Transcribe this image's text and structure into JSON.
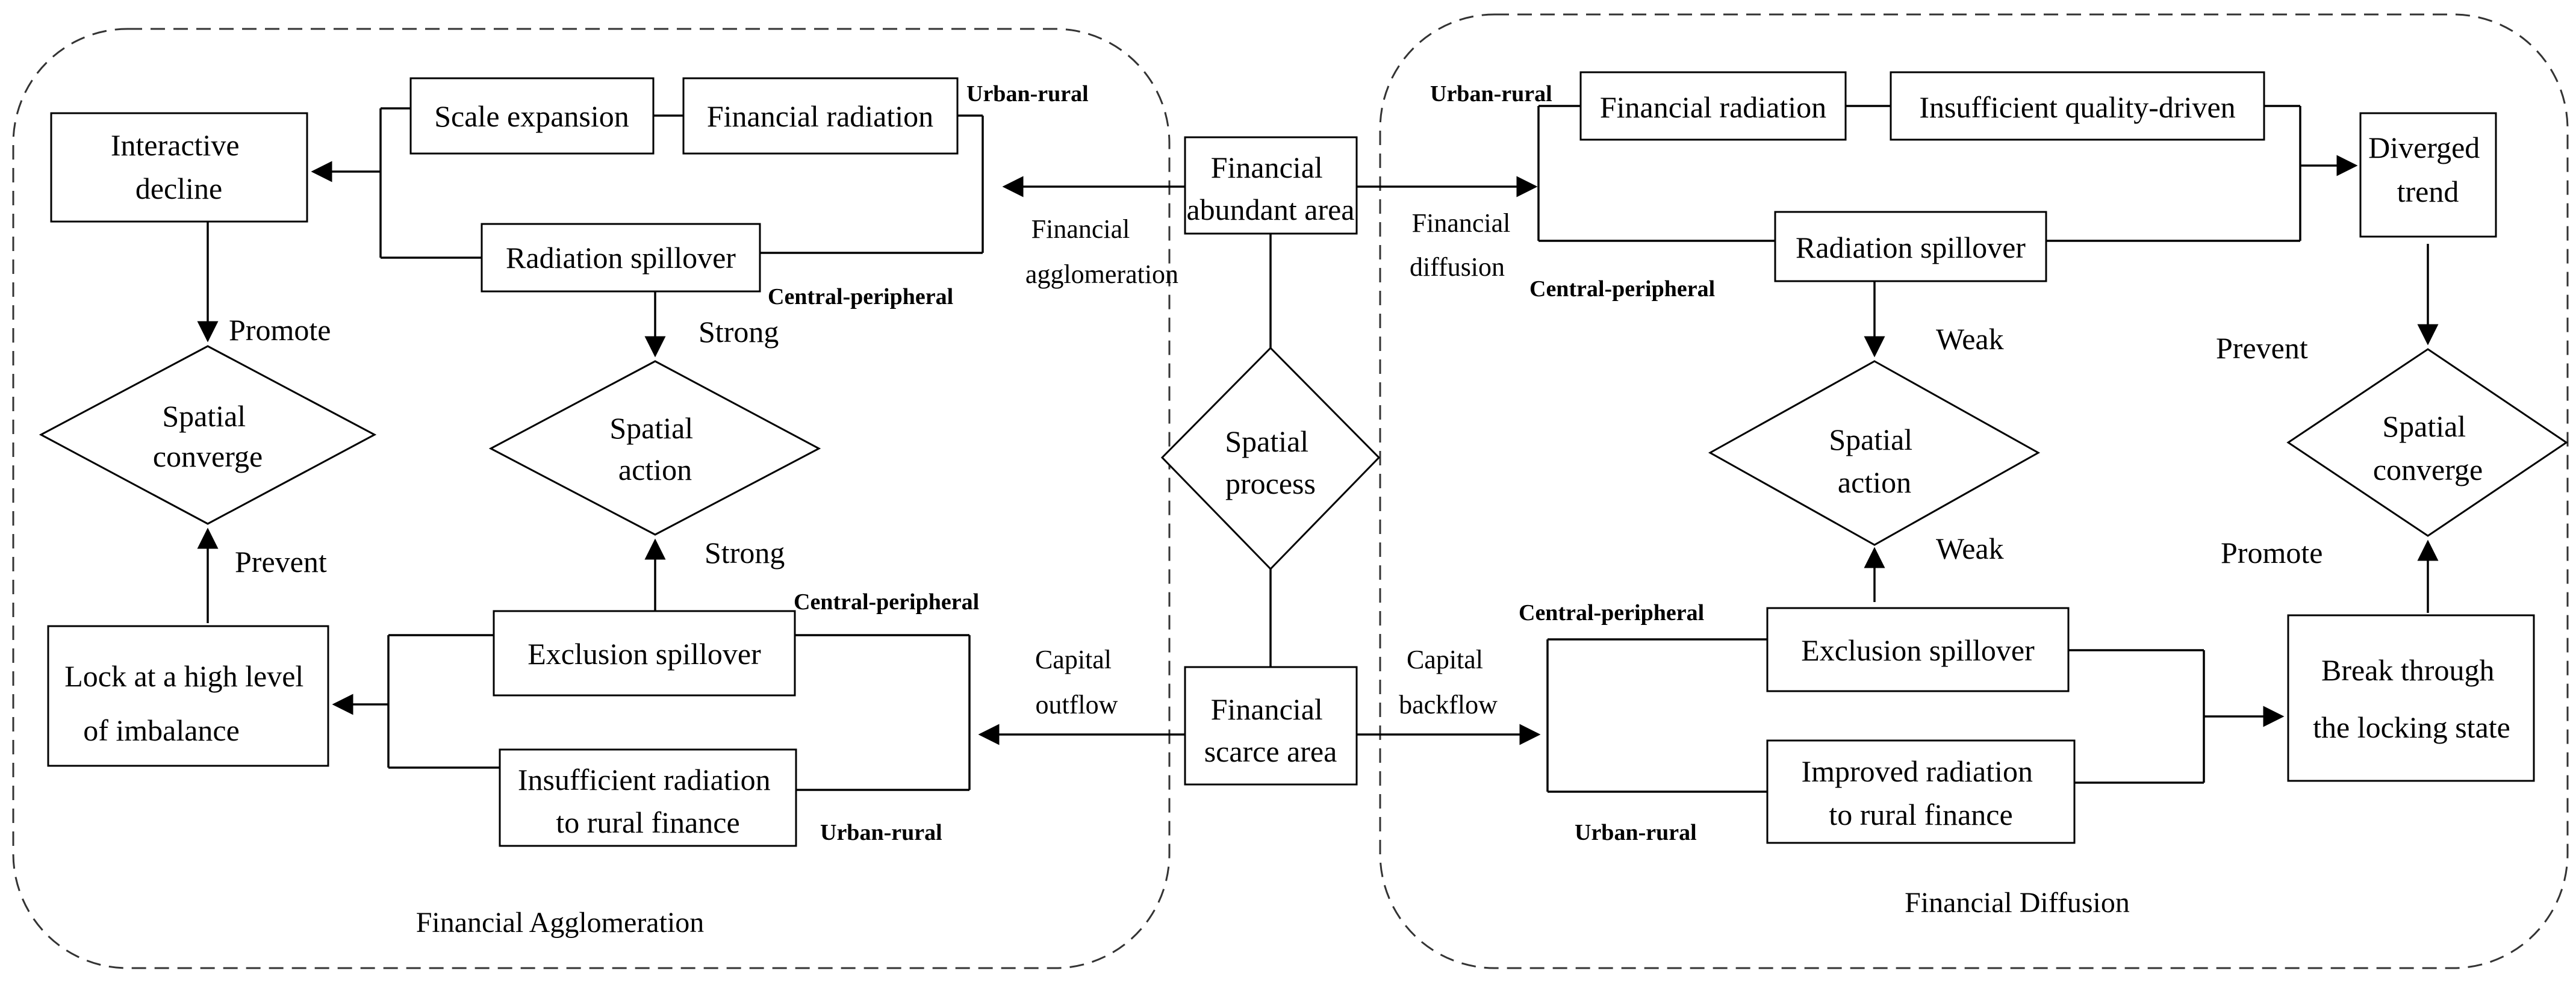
{
  "regions": {
    "agglomeration_title": "Financial Agglomeration",
    "diffusion_title": "Financial Diffusion"
  },
  "center": {
    "abundant": [
      "Financial",
      "abundant area"
    ],
    "process": [
      "Spatial",
      "process"
    ],
    "scarce": [
      "Financial",
      "scarce area"
    ]
  },
  "left": {
    "scale_expansion": "Scale expansion",
    "financial_radiation": "Financial radiation",
    "interactive_decline": [
      "Interactive",
      "decline"
    ],
    "radiation_spillover": "Radiation spillover",
    "spatial_converge": [
      "Spatial",
      "converge"
    ],
    "spatial_action": [
      "Spatial",
      "action"
    ],
    "lock_high_level": [
      "Lock at a high level",
      "of imbalance"
    ],
    "exclusion_spillover": "Exclusion spillover",
    "insufficient_radiation": [
      "Insufficient radiation",
      "to rural finance"
    ],
    "urban_rural_top": "Urban-rural",
    "central_peripheral_top": "Central-peripheral",
    "central_peripheral_bottom": "Central-peripheral",
    "urban_rural_bottom": "Urban-rural",
    "promote": "Promote",
    "strong_top": "Strong",
    "prevent": "Prevent",
    "strong_bottom": "Strong",
    "financial_agglomeration": [
      "Financial",
      "agglomeration"
    ],
    "capital_outflow": [
      "Capital",
      "outflow"
    ]
  },
  "right": {
    "financial_radiation": "Financial radiation",
    "insufficient_quality": "Insufficient quality-driven",
    "diverged_trend": [
      "Diverged",
      "trend"
    ],
    "radiation_spillover": "Radiation spillover",
    "spatial_action": [
      "Spatial",
      "action"
    ],
    "spatial_converge": [
      "Spatial",
      "converge"
    ],
    "exclusion_spillover": "Exclusion spillover",
    "improved_radiation": [
      "Improved radiation",
      "to rural finance"
    ],
    "break_through": [
      "Break through",
      "the locking state"
    ],
    "urban_rural_top": "Urban-rural",
    "central_peripheral_top": "Central-peripheral",
    "central_peripheral_bottom": "Central-peripheral",
    "urban_rural_bottom": "Urban-rural",
    "weak_top": "Weak",
    "prevent": "Prevent",
    "weak_bottom": "Weak",
    "promote": "Promote",
    "financial_diffusion": [
      "Financial",
      "diffusion"
    ],
    "capital_backflow": [
      "Capital",
      "backflow"
    ]
  }
}
